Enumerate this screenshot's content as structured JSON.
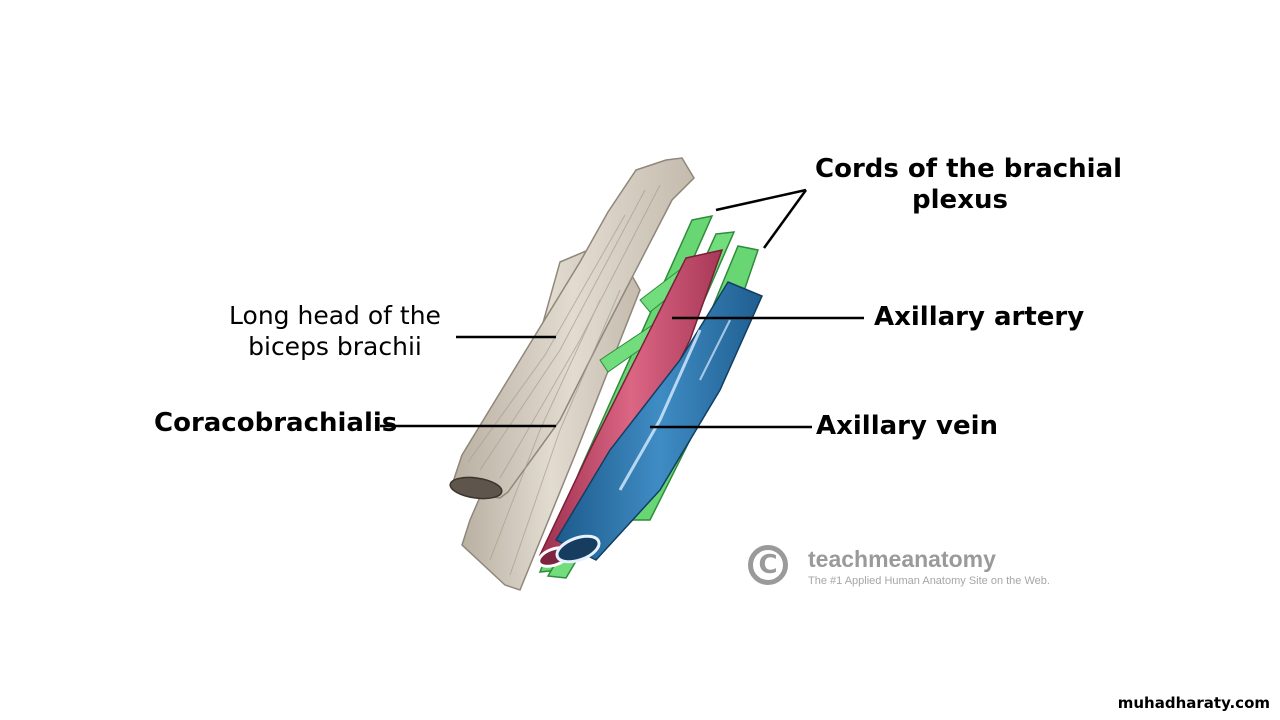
{
  "labels": {
    "cords_line1": "Cords of the brachial",
    "cords_line2": "plexus",
    "long_head_line1": "Long head of the",
    "long_head_line2": "biceps brachii",
    "coracobrachialis": "Coracobrachialis",
    "axillary_artery": "Axillary artery",
    "axillary_vein": "Axillary vein"
  },
  "watermark": {
    "symbol": "C",
    "brand": "teachmeanatomy",
    "tagline": "The #1 Applied Human Anatomy Site on the Web."
  },
  "site_credit": "muhadharaty.com",
  "colors": {
    "muscle": "#d8d0c4",
    "nerve": "#6fd878",
    "artery": "#d35a7a",
    "vein": "#2d7ab2",
    "watermark": "#9a9a9a"
  }
}
